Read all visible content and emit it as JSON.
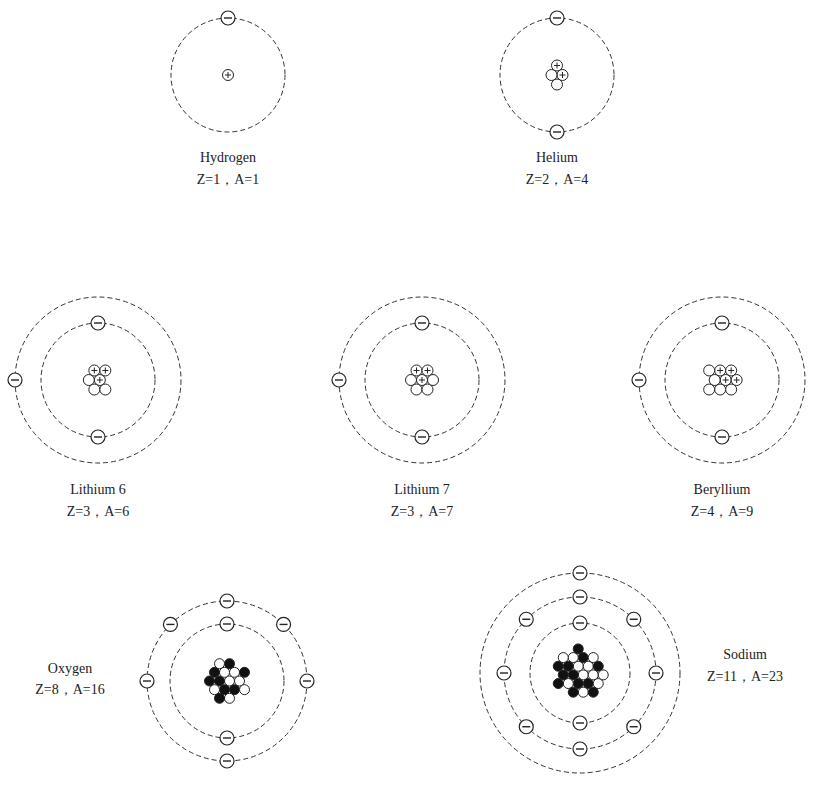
{
  "diagram": {
    "labels": [
      "Hydrogen",
      "Z=1，A=1",
      "Helium",
      "Z=2，A=4",
      "Lithium 6",
      "Z=3，A=6",
      "Lithium 7",
      "Z=3，A=7",
      "Beryllium",
      "Z=4，A=9",
      "Oxygen",
      "Z=8，A=16",
      "Sodium",
      "Z=11，A=23"
    ]
  }
}
